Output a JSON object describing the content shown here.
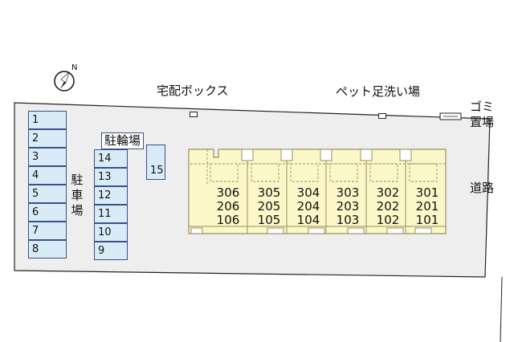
{
  "labels": {
    "parking": "駐車場",
    "bicycle": "駐輪場",
    "delivery_box": "宅配ボックス",
    "pet_wash": "ペット足洗い場",
    "garbage": "ゴミ置場",
    "road": "道路"
  },
  "compass": {
    "label": "N"
  },
  "parking_left": [
    "1",
    "2",
    "3",
    "4",
    "5",
    "6",
    "7",
    "8"
  ],
  "parking_mid": [
    "14",
    "13",
    "12",
    "11",
    "10",
    "9"
  ],
  "parking_single": "15",
  "units": [
    {
      "top": "306",
      "mid": "206",
      "bot": "106"
    },
    {
      "top": "305",
      "mid": "205",
      "bot": "105"
    },
    {
      "top": "304",
      "mid": "204",
      "bot": "104"
    },
    {
      "top": "303",
      "mid": "203",
      "bot": "103"
    },
    {
      "top": "302",
      "mid": "202",
      "bot": "102"
    },
    {
      "top": "301",
      "mid": "201",
      "bot": "101"
    }
  ],
  "colors": {
    "lot": "#eeeeee",
    "slot_fill": "#d8ecf8",
    "slot_border": "#3c4f8a",
    "building": "#fbf7c8",
    "building_line": "#9a9260"
  }
}
